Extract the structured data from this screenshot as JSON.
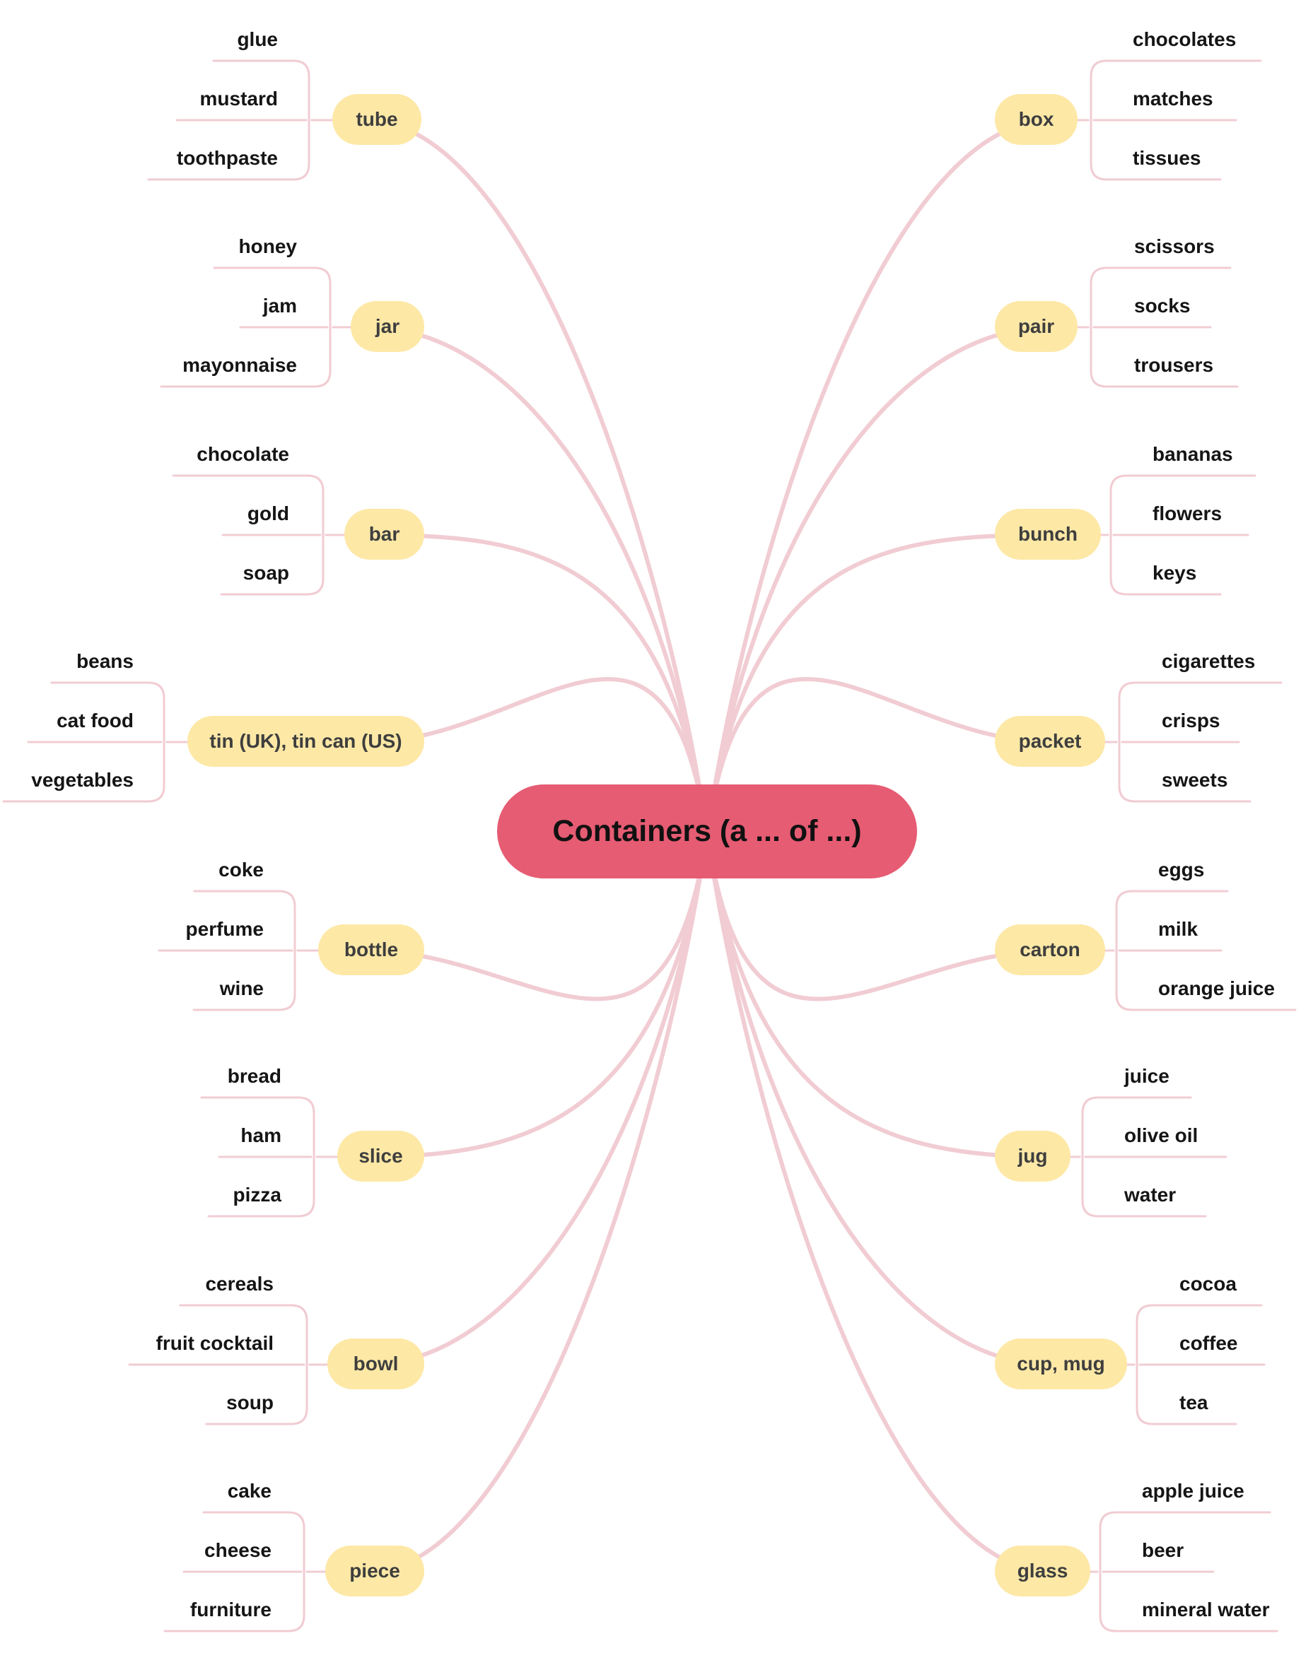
{
  "root": {
    "label": "Containers (a ... of ...)"
  },
  "colors": {
    "root_fill": "#e65c73",
    "branch_fill": "#fde8a6",
    "link": "#f1ccd3"
  },
  "branches": [
    {
      "label": "tube",
      "side": "left",
      "items": [
        "glue",
        "mustard",
        "toothpaste"
      ]
    },
    {
      "label": "jar",
      "side": "left",
      "items": [
        "honey",
        "jam",
        "mayonnaise"
      ]
    },
    {
      "label": "bar",
      "side": "left",
      "items": [
        "chocolate",
        "gold",
        "soap"
      ]
    },
    {
      "label": "tin (UK), tin can (US)",
      "side": "left",
      "items": [
        "beans",
        "cat food",
        "vegetables"
      ]
    },
    {
      "label": "bottle",
      "side": "left",
      "items": [
        "coke",
        "perfume",
        "wine"
      ]
    },
    {
      "label": "slice",
      "side": "left",
      "items": [
        "bread",
        "ham",
        "pizza"
      ]
    },
    {
      "label": "bowl",
      "side": "left",
      "items": [
        "cereals",
        "fruit cocktail",
        "soup"
      ]
    },
    {
      "label": "piece",
      "side": "left",
      "items": [
        "cake",
        "cheese",
        "furniture"
      ]
    },
    {
      "label": "box",
      "side": "right",
      "items": [
        "chocolates",
        "matches",
        "tissues"
      ]
    },
    {
      "label": "pair",
      "side": "right",
      "items": [
        "scissors",
        "socks",
        "trousers"
      ]
    },
    {
      "label": "bunch",
      "side": "right",
      "items": [
        "bananas",
        "flowers",
        "keys"
      ]
    },
    {
      "label": "packet",
      "side": "right",
      "items": [
        "cigarettes",
        "crisps",
        "sweets"
      ]
    },
    {
      "label": "carton",
      "side": "right",
      "items": [
        "eggs",
        "milk",
        "orange juice"
      ]
    },
    {
      "label": "jug",
      "side": "right",
      "items": [
        "juice",
        "olive oil",
        "water"
      ]
    },
    {
      "label": "cup, mug",
      "side": "right",
      "items": [
        "cocoa",
        "coffee",
        "tea"
      ]
    },
    {
      "label": "glass",
      "side": "right",
      "items": [
        "apple juice",
        "beer",
        "mineral water"
      ]
    }
  ]
}
